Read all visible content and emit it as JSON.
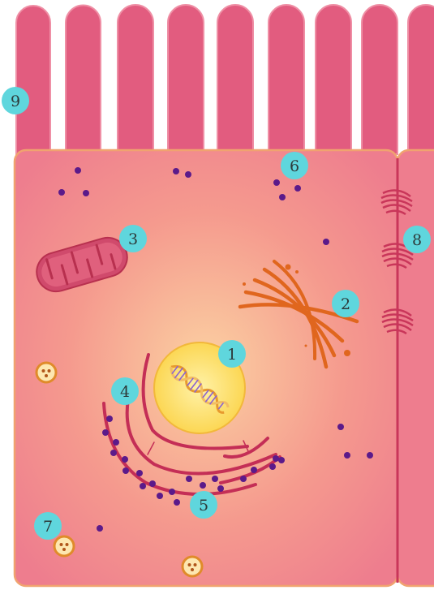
{
  "palette": {
    "cytoplasm_light": "#fbd1a2",
    "cytoplasm_mid": "#f59a8e",
    "cytoplasm_dark": "#ee7d8e",
    "microvillus": "#e25c7f",
    "cell_border": "#f0a36f",
    "membrane_junction": "#c9365a",
    "nucleus": "#fbd44b",
    "mitochondrion": "#d04a6c",
    "golgi": "#e0661e",
    "endoplasmic_reticulum": "#c42e56",
    "ribosome": "#5b1a8a",
    "vesicle": "#e08b2a",
    "callout": "#5fd6dd"
  },
  "callouts": [
    {
      "id": "nucleus",
      "label": "1"
    },
    {
      "id": "golgi-apparatus",
      "label": "2"
    },
    {
      "id": "mitochondrion",
      "label": "3"
    },
    {
      "id": "endoplasmic-reticulum",
      "label": "4"
    },
    {
      "id": "ribosomes",
      "label": "5"
    },
    {
      "id": "free-ribosomes",
      "label": "6"
    },
    {
      "id": "vesicle",
      "label": "7"
    },
    {
      "id": "cell-junction",
      "label": "8"
    },
    {
      "id": "microvilli",
      "label": "9"
    }
  ]
}
